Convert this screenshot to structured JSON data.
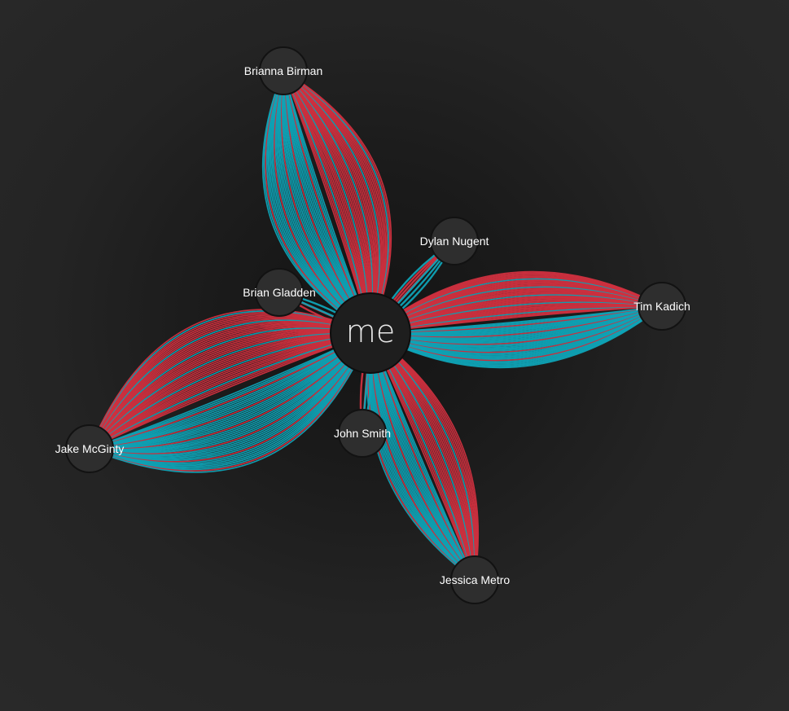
{
  "center": {
    "label": "me"
  },
  "colors": {
    "a": "#d0303f",
    "b": "#0fa3b6"
  },
  "contacts": [
    {
      "name": "Brianna Birman",
      "a_count": 34,
      "b_count": 34
    },
    {
      "name": "Dylan Nugent",
      "a_count": 4,
      "b_count": 3
    },
    {
      "name": "Tim Kadich",
      "a_count": 38,
      "b_count": 38
    },
    {
      "name": "Jessica Metro",
      "a_count": 24,
      "b_count": 26
    },
    {
      "name": "John Smith",
      "a_count": 2,
      "b_count": 2
    },
    {
      "name": "Jake McGinty",
      "a_count": 40,
      "b_count": 40
    },
    {
      "name": "Brian Gladden",
      "a_count": 2,
      "b_count": 2
    }
  ]
}
